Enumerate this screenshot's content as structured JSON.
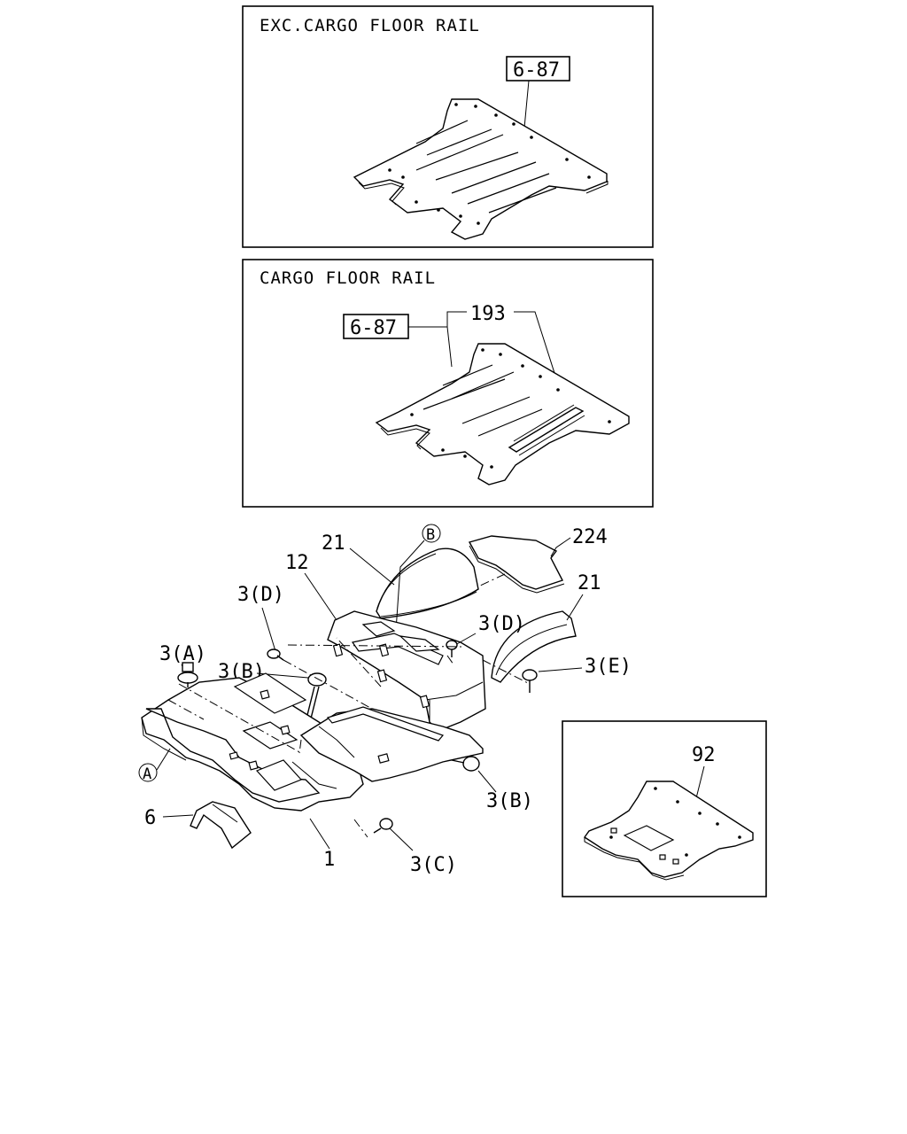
{
  "panels": {
    "exc_cargo": {
      "title": "EXC.CARGO FLOOR RAIL",
      "ref": "6-87"
    },
    "cargo": {
      "title": "CARGO FLOOR RAIL",
      "ref": "6-87",
      "part": "193"
    },
    "alt_floor": {
      "part": "92"
    }
  },
  "callouts": {
    "p224": "224",
    "p21_top": "21",
    "p21_right": "21",
    "pB_circle": "B",
    "p12": "12",
    "p3D_left": "3(D)",
    "p3D_right": "3(D)",
    "p3A": "3(A)",
    "p3B_left": "3(B)",
    "p3B_right": "3(B)",
    "p3E": "3(E)",
    "pA_circle": "A",
    "p6": "6",
    "p1": "1",
    "p3C": "3(C)"
  }
}
